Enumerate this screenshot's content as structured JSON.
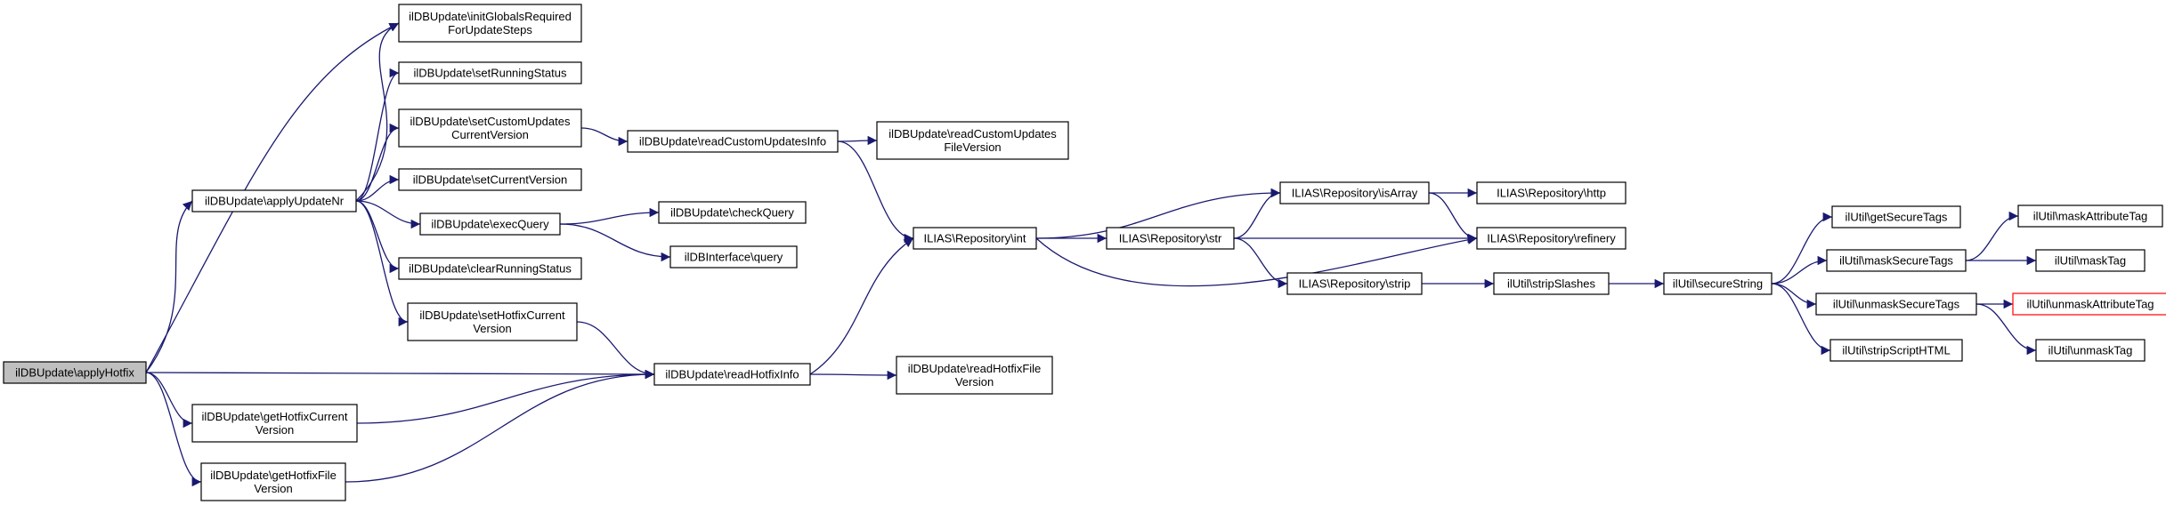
{
  "graph": {
    "colors": {
      "edge": "#191970",
      "root_fill": "#bfbfbf",
      "highlight_border": "#ff0000",
      "node_border": "#000000"
    },
    "nodes": [
      {
        "id": "applyHotfix",
        "lines": [
          "ilDBUpdate\\applyHotfix"
        ],
        "root": true
      },
      {
        "id": "initGlobals",
        "lines": [
          "ilDBUpdate\\initGlobalsRequired",
          "ForUpdateSteps"
        ]
      },
      {
        "id": "applyUpdateNr",
        "lines": [
          "ilDBUpdate\\applyUpdateNr"
        ]
      },
      {
        "id": "setHotfixCurrentVersion",
        "lines": [
          "ilDBUpdate\\setHotfixCurrent",
          "Version"
        ]
      },
      {
        "id": "readHotfixInfo",
        "lines": [
          "ilDBUpdate\\readHotfixInfo"
        ]
      },
      {
        "id": "getHotfixCurrentVersion",
        "lines": [
          "ilDBUpdate\\getHotfixCurrent",
          "Version"
        ]
      },
      {
        "id": "getHotfixFileVersion",
        "lines": [
          "ilDBUpdate\\getHotfixFile",
          "Version"
        ]
      },
      {
        "id": "setRunningStatus",
        "lines": [
          "ilDBUpdate\\setRunningStatus"
        ]
      },
      {
        "id": "setCustomUpdatesCurrentVersion",
        "lines": [
          "ilDBUpdate\\setCustomUpdates",
          "CurrentVersion"
        ]
      },
      {
        "id": "setCurrentVersion",
        "lines": [
          "ilDBUpdate\\setCurrentVersion"
        ]
      },
      {
        "id": "execQuery",
        "lines": [
          "ilDBUpdate\\execQuery"
        ]
      },
      {
        "id": "clearRunningStatus",
        "lines": [
          "ilDBUpdate\\clearRunningStatus"
        ]
      },
      {
        "id": "readCustomUpdatesInfo",
        "lines": [
          "ilDBUpdate\\readCustomUpdatesInfo"
        ]
      },
      {
        "id": "readCustomUpdatesFileVersion",
        "lines": [
          "ilDBUpdate\\readCustomUpdates",
          "FileVersion"
        ]
      },
      {
        "id": "checkQuery",
        "lines": [
          "ilDBUpdate\\checkQuery"
        ]
      },
      {
        "id": "query",
        "lines": [
          "ilDBInterface\\query"
        ]
      },
      {
        "id": "readHotfixFileVersion",
        "lines": [
          "ilDBUpdate\\readHotfixFile",
          "Version"
        ]
      },
      {
        "id": "repoInt",
        "lines": [
          "ILIAS\\Repository\\int"
        ]
      },
      {
        "id": "repoStr",
        "lines": [
          "ILIAS\\Repository\\str"
        ]
      },
      {
        "id": "repoIsArray",
        "lines": [
          "ILIAS\\Repository\\isArray"
        ]
      },
      {
        "id": "repoHttp",
        "lines": [
          "ILIAS\\Repository\\http"
        ]
      },
      {
        "id": "repoRefinery",
        "lines": [
          "ILIAS\\Repository\\refinery"
        ]
      },
      {
        "id": "repoStrip",
        "lines": [
          "ILIAS\\Repository\\strip"
        ]
      },
      {
        "id": "stripSlashes",
        "lines": [
          "ilUtil\\stripSlashes"
        ]
      },
      {
        "id": "secureString",
        "lines": [
          "ilUtil\\secureString"
        ]
      },
      {
        "id": "getSecureTags",
        "lines": [
          "ilUtil\\getSecureTags"
        ]
      },
      {
        "id": "maskSecureTags",
        "lines": [
          "ilUtil\\maskSecureTags"
        ]
      },
      {
        "id": "unmaskSecureTags",
        "lines": [
          "ilUtil\\unmaskSecureTags"
        ]
      },
      {
        "id": "stripScriptHTML",
        "lines": [
          "ilUtil\\stripScriptHTML"
        ]
      },
      {
        "id": "maskAttributeTag",
        "lines": [
          "ilUtil\\maskAttributeTag"
        ]
      },
      {
        "id": "maskTag",
        "lines": [
          "ilUtil\\maskTag"
        ]
      },
      {
        "id": "unmaskAttributeTag",
        "lines": [
          "ilUtil\\unmaskAttributeTag"
        ],
        "highlight": true
      },
      {
        "id": "unmaskTag",
        "lines": [
          "ilUtil\\unmaskTag"
        ]
      }
    ],
    "edges": [
      [
        "applyHotfix",
        "initGlobals"
      ],
      [
        "applyHotfix",
        "applyUpdateNr"
      ],
      [
        "applyHotfix",
        "readHotfixInfo"
      ],
      [
        "applyHotfix",
        "getHotfixCurrentVersion"
      ],
      [
        "applyHotfix",
        "getHotfixFileVersion"
      ],
      [
        "applyUpdateNr",
        "initGlobals"
      ],
      [
        "applyUpdateNr",
        "setRunningStatus"
      ],
      [
        "applyUpdateNr",
        "setCustomUpdatesCurrentVersion"
      ],
      [
        "applyUpdateNr",
        "setCurrentVersion"
      ],
      [
        "applyUpdateNr",
        "execQuery"
      ],
      [
        "applyUpdateNr",
        "clearRunningStatus"
      ],
      [
        "applyUpdateNr",
        "setHotfixCurrentVersion"
      ],
      [
        "setCustomUpdatesCurrentVersion",
        "readCustomUpdatesInfo"
      ],
      [
        "readCustomUpdatesInfo",
        "readCustomUpdatesFileVersion"
      ],
      [
        "readCustomUpdatesInfo",
        "repoInt"
      ],
      [
        "execQuery",
        "checkQuery"
      ],
      [
        "execQuery",
        "query"
      ],
      [
        "setHotfixCurrentVersion",
        "readHotfixInfo"
      ],
      [
        "getHotfixCurrentVersion",
        "readHotfixInfo"
      ],
      [
        "getHotfixFileVersion",
        "readHotfixInfo"
      ],
      [
        "readHotfixInfo",
        "readHotfixFileVersion"
      ],
      [
        "readHotfixInfo",
        "repoInt"
      ],
      [
        "repoInt",
        "repoIsArray"
      ],
      [
        "repoInt",
        "repoStr"
      ],
      [
        "repoInt",
        "repoRefinery"
      ],
      [
        "repoStr",
        "repoIsArray"
      ],
      [
        "repoStr",
        "repoRefinery"
      ],
      [
        "repoStr",
        "repoStrip"
      ],
      [
        "repoIsArray",
        "repoHttp"
      ],
      [
        "repoIsArray",
        "repoRefinery"
      ],
      [
        "repoStrip",
        "stripSlashes"
      ],
      [
        "stripSlashes",
        "secureString"
      ],
      [
        "secureString",
        "getSecureTags"
      ],
      [
        "secureString",
        "maskSecureTags"
      ],
      [
        "secureString",
        "unmaskSecureTags"
      ],
      [
        "secureString",
        "stripScriptHTML"
      ],
      [
        "maskSecureTags",
        "maskAttributeTag"
      ],
      [
        "maskSecureTags",
        "maskTag"
      ],
      [
        "unmaskSecureTags",
        "unmaskAttributeTag"
      ],
      [
        "unmaskSecureTags",
        "unmaskTag"
      ]
    ]
  }
}
